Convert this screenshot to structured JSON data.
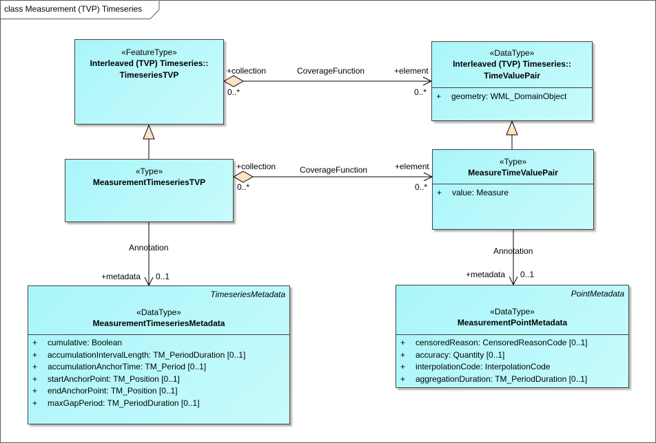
{
  "diagram": {
    "title": "class Measurement (TVP) Timeseries"
  },
  "classes": {
    "timeseries_tvp": {
      "stereotype": "«FeatureType»",
      "name_line1": "Interleaved (TVP) Timeseries::",
      "name_line2": "TimeseriesTVP"
    },
    "time_value_pair": {
      "stereotype": "«DataType»",
      "name_line1": "Interleaved (TVP) Timeseries::",
      "name_line2": "TimeValuePair",
      "attributes": [
        {
          "visibility": "+",
          "text": "geometry: WML_DomainObject"
        }
      ]
    },
    "measurement_timeseries_tvp": {
      "stereotype": "«Type»",
      "name": "MeasurementTimeseriesTVP"
    },
    "measure_time_value_pair": {
      "stereotype": "«Type»",
      "name": "MeasureTimeValuePair",
      "attributes": [
        {
          "visibility": "+",
          "text": "value: Measure"
        }
      ]
    },
    "measurement_timeseries_metadata": {
      "tag": "TimeseriesMetadata",
      "stereotype": "«DataType»",
      "name": "MeasurementTimeseriesMetadata",
      "attributes": [
        {
          "visibility": "+",
          "text": "cumulative: Boolean"
        },
        {
          "visibility": "+",
          "text": "accumulationIntervalLength: TM_PeriodDuration [0..1]"
        },
        {
          "visibility": "+",
          "text": "accumulationAnchorTime: TM_Period [0..1]"
        },
        {
          "visibility": "+",
          "text": "startAnchorPoint: TM_Position [0..1]"
        },
        {
          "visibility": "+",
          "text": "endAnchorPoint: TM_Position [0..1]"
        },
        {
          "visibility": "+",
          "text": "maxGapPeriod: TM_PeriodDuration [0..1]"
        }
      ]
    },
    "measurement_point_metadata": {
      "tag": "PointMetadata",
      "stereotype": "«DataType»",
      "name": "MeasurementPointMetadata",
      "attributes": [
        {
          "visibility": "+",
          "text": "censoredReason: CensoredReasonCode [0..1]"
        },
        {
          "visibility": "+",
          "text": "accuracy: Quantity [0..1]"
        },
        {
          "visibility": "+",
          "text": "interpolationCode: InterpolationCode"
        },
        {
          "visibility": "+",
          "text": "aggregationDuration: TM_PeriodDuration [0..1]"
        }
      ]
    }
  },
  "associations": {
    "top": {
      "name": "CoverageFunction",
      "source_role": "+collection",
      "source_mult": "0..*",
      "target_role": "+element",
      "target_mult": "0..*"
    },
    "middle": {
      "name": "CoverageFunction",
      "source_role": "+collection",
      "source_mult": "0..*",
      "target_role": "+element",
      "target_mult": "0..*"
    },
    "left_annotation": {
      "name": "Annotation",
      "role": "+metadata",
      "mult": "0..1"
    },
    "right_annotation": {
      "name": "Annotation",
      "role": "+metadata",
      "mult": "0..1"
    }
  },
  "colors": {
    "class_fill": "#b0f7fb",
    "border": "#404040",
    "generalization_fill": "#fde2c4"
  }
}
